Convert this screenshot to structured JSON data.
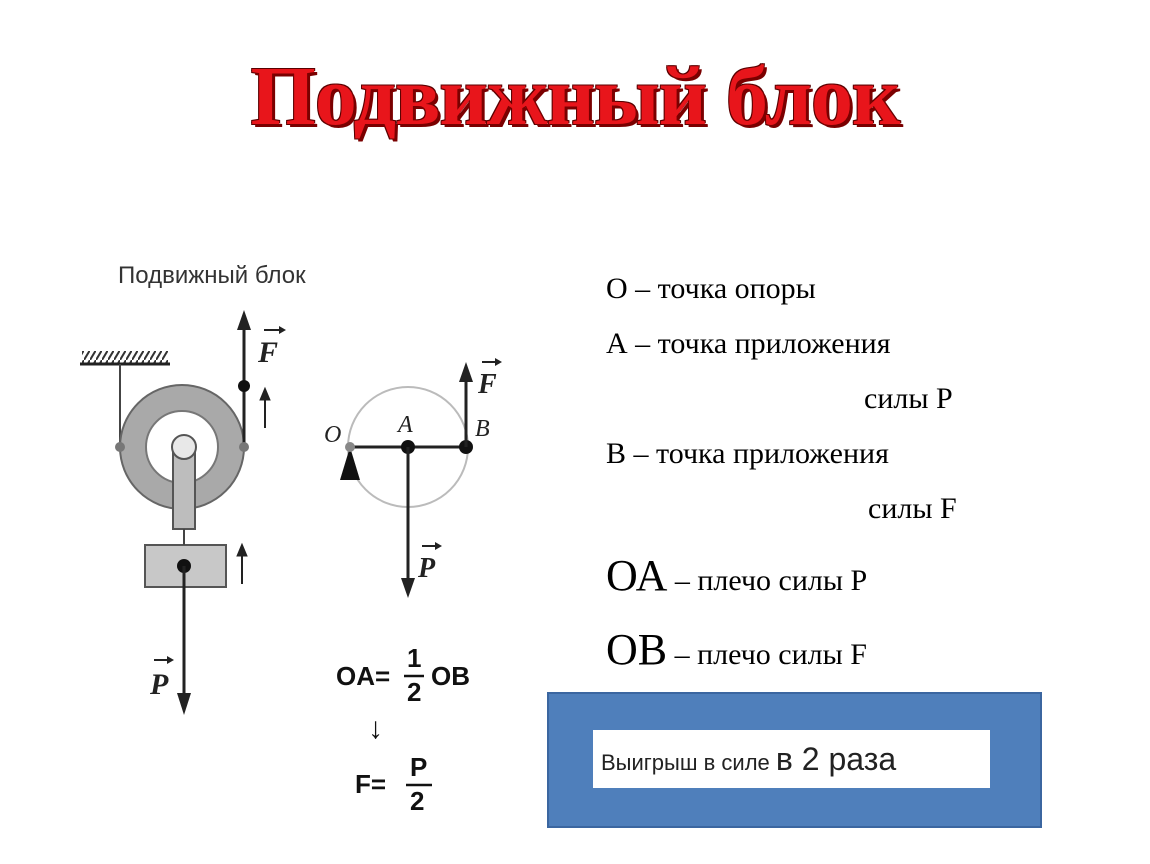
{
  "title": "Подвижный блок",
  "diagram": {
    "caption": "Подвижный блок",
    "force_F": "F",
    "force_P": "P",
    "point_O": "O",
    "point_A": "A",
    "point_B": "B"
  },
  "definitions": {
    "o_line": "О – точка опоры",
    "a_line1": "А – точка приложения",
    "a_line2": "силы Р",
    "b_line1": "В – точка приложения",
    "b_line2": "силы F",
    "oa_sym": "ОА",
    "oa_text": " – плечо силы Р",
    "ob_sym": "ОВ",
    "ob_text": " – плечо силы F"
  },
  "formulas": {
    "lhs1": "OA=",
    "frac1_num": "1",
    "frac1_den": "2",
    "rhs1": "OB",
    "arrow": "↓",
    "lhs2": "F=",
    "frac2_num": "P",
    "frac2_den": "2"
  },
  "gain": {
    "text_small": "Выигрыш в силе ",
    "text_large": "в 2 раза"
  },
  "colors": {
    "title": "#e8151b",
    "box": "#4f7fbb"
  }
}
